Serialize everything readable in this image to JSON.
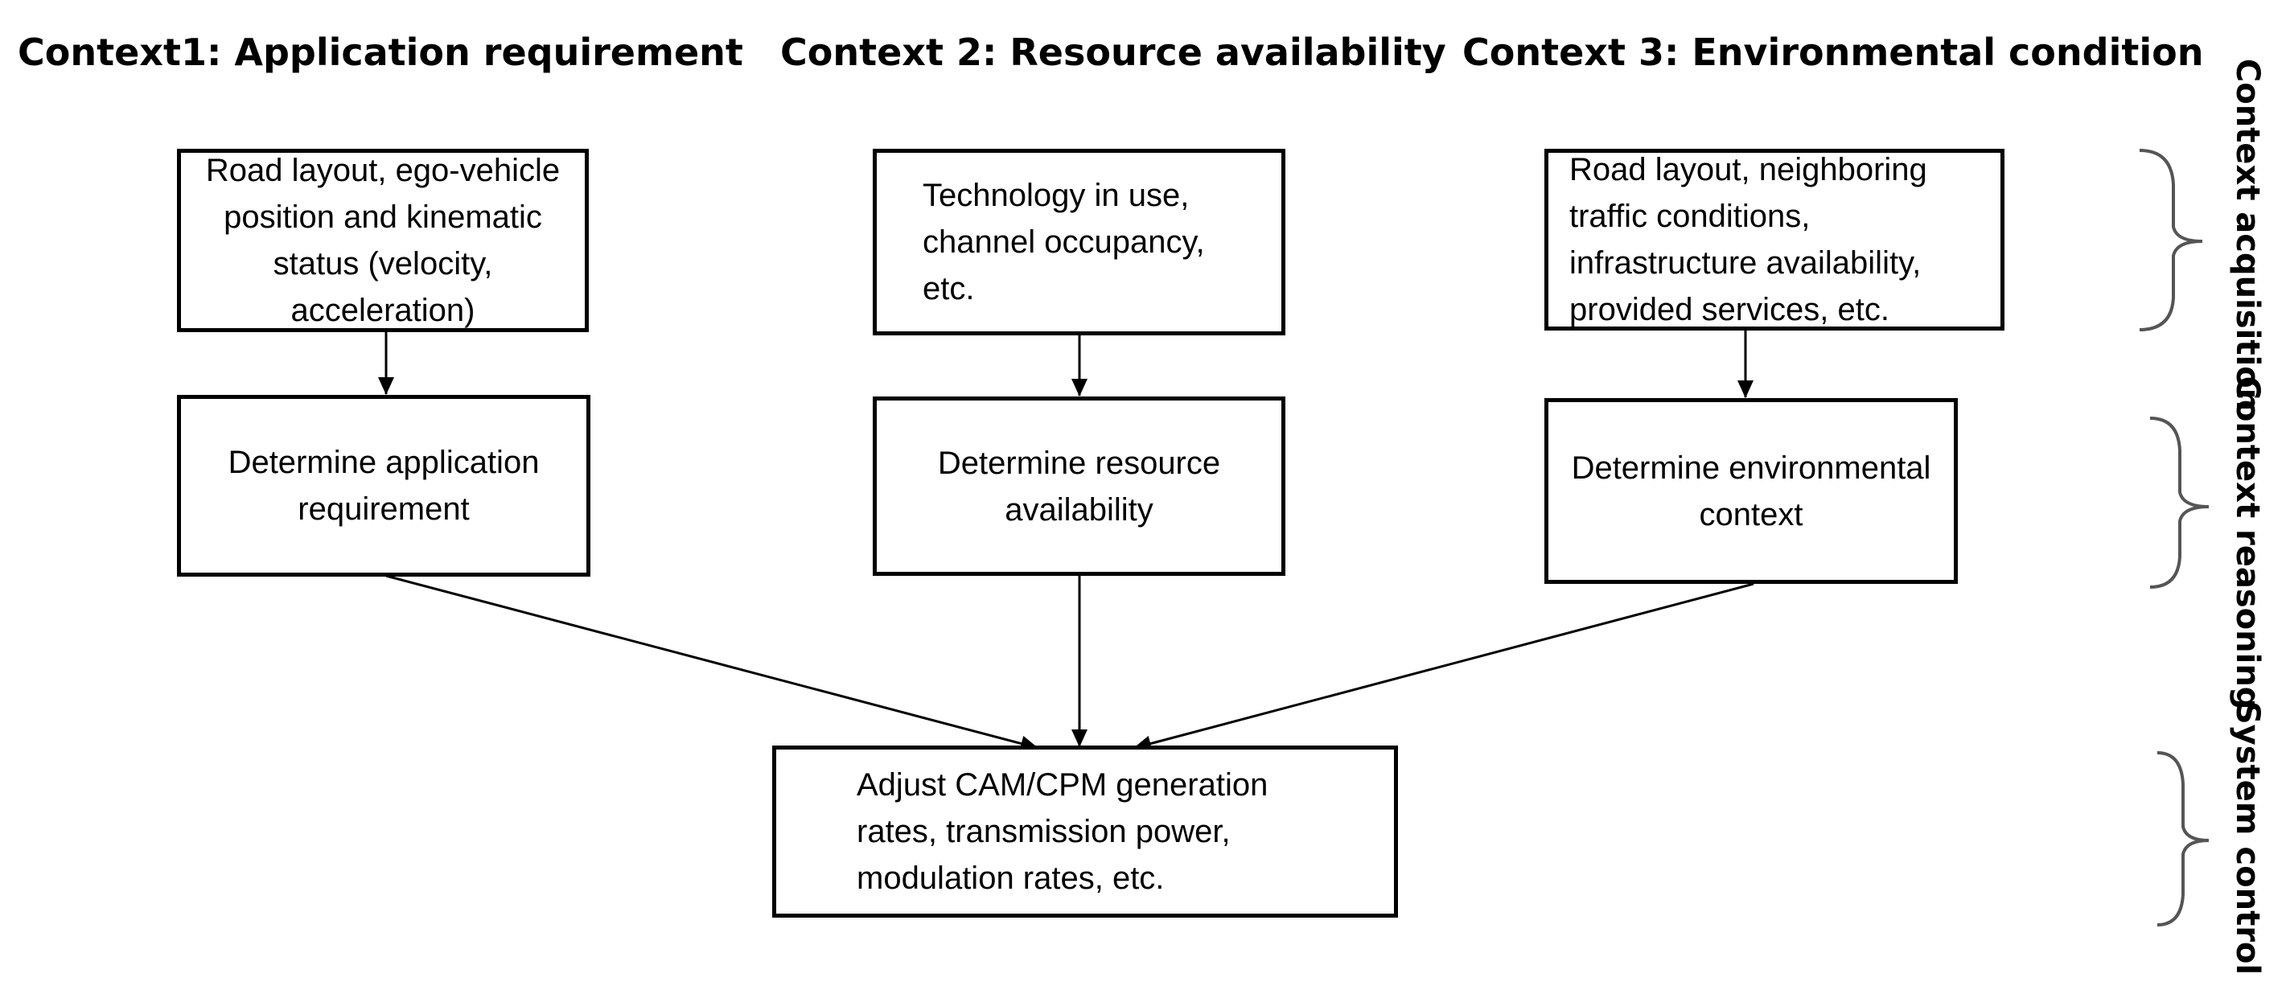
{
  "headings": {
    "context1": "Context1: Application requirement",
    "context2": "Context 2: Resource availability",
    "context3": "Context 3: Environmental condition"
  },
  "boxes": {
    "acquisition_app": "Road layout, ego-vehicle position and kinematic status (velocity, acceleration)",
    "acquisition_resource": "Technology in use, channel occupancy, etc.",
    "acquisition_env": "Road layout, neighboring traffic conditions, infrastructure availability, provided services, etc.",
    "reasoning_app": "Determine application requirement",
    "reasoning_resource": "Determine resource availability",
    "reasoning_env": "Determine environmental context",
    "control": "Adjust CAM/CPM generation rates, transmission power, modulation rates, etc."
  },
  "stages": {
    "acquisition": "Context acquisition",
    "reasoning": "Context reasoning",
    "control": "System control"
  },
  "colors": {
    "stroke": "#000000",
    "bracket": "#555555",
    "background": "#ffffff"
  }
}
